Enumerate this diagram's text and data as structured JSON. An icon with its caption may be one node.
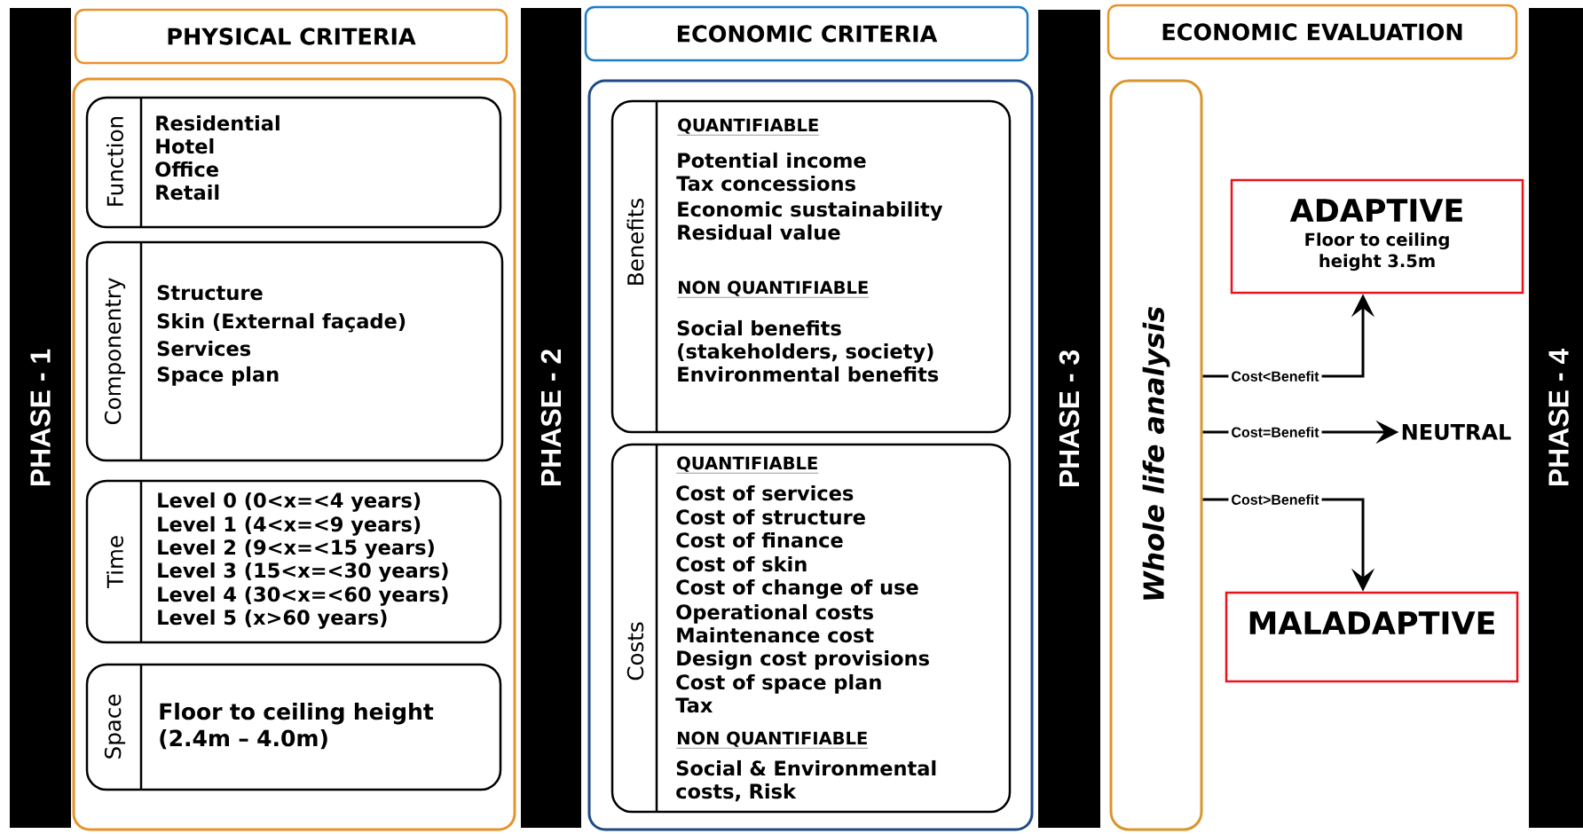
{
  "diagram": {
    "nodes": [
      {
        "text": [
          "PHASE - 1"
        ]
      },
      {
        "text": [
          "PHYSICAL CRITERIA"
        ]
      },
      {
        "text": [],
        "shape": "box"
      },
      {
        "text": [
          "Function",
          "Residential",
          "Hotel",
          "Office",
          "Retail"
        ],
        "in": 2
      },
      {
        "text": [
          "Componentry",
          "Structure",
          "Skin (External façade)",
          "Services",
          "Space plan"
        ],
        "in": 2
      },
      {
        "text": [
          "Time",
          "Level 0 (0<x=<4 years)",
          "Level 1 (4<x=<9 years)",
          "Level 2 (9<x=<15 years)",
          "Level 3 (15<x=<30 years)",
          "Level 4 (30<x=<60 years)",
          "Level 5 (x>60 years)"
        ],
        "in": 2
      },
      {
        "text": [
          "Space",
          "Floor to ceiling height (2.4m – 4.0m)"
        ],
        "in": 2
      },
      {
        "text": [
          "PHASE - 2"
        ]
      },
      {
        "text": [
          "ECONOMIC CRITERIA"
        ]
      },
      {
        "text": [],
        "shape": "box"
      },
      {
        "text": [
          "Benefits",
          "QUANTIFIABLE",
          "Potential income",
          "Tax concessions",
          "Economic sustainability",
          "Residual value",
          "NON QUANTIFIABLE",
          "Social benefits (stakeholders, society)",
          "Environmental benefits"
        ],
        "in": 9
      },
      {
        "text": [
          "Costs",
          "QUANTIFIABLE",
          "Cost of services",
          "Cost of structure",
          "Cost of finance",
          "Cost of skin",
          "Cost of change of use",
          "Operational costs",
          "Maintenance cost",
          "Design cost provisions",
          "Cost of space plan",
          "Tax",
          "NON QUANTIFIABLE",
          "Social & Environmental costs, Risk"
        ],
        "in": 9
      },
      {
        "text": [
          "PHASE - 3"
        ]
      },
      {
        "text": [
          "ECONOMIC EVALUATION"
        ]
      },
      {
        "text": [
          "Whole life analysis"
        ]
      },
      {
        "text": [
          "ADAPTIVE",
          "Floor to ceiling height 3.5m"
        ]
      },
      {
        "text": [
          "NEUTRAL"
        ]
      },
      {
        "text": [
          "MALADAPTIVE"
        ]
      },
      {
        "text": [
          "PHASE - 4"
        ]
      }
    ],
    "edges": [
      {
        "from": 14,
        "to": 15,
        "arrow": "to",
        "label": "Cost<Benefit"
      },
      {
        "from": 14,
        "to": 16,
        "arrow": "to",
        "label": "Cost=Benefit"
      },
      {
        "from": 14,
        "to": 17,
        "arrow": "to",
        "label": "Cost>Benefit"
      }
    ]
  }
}
